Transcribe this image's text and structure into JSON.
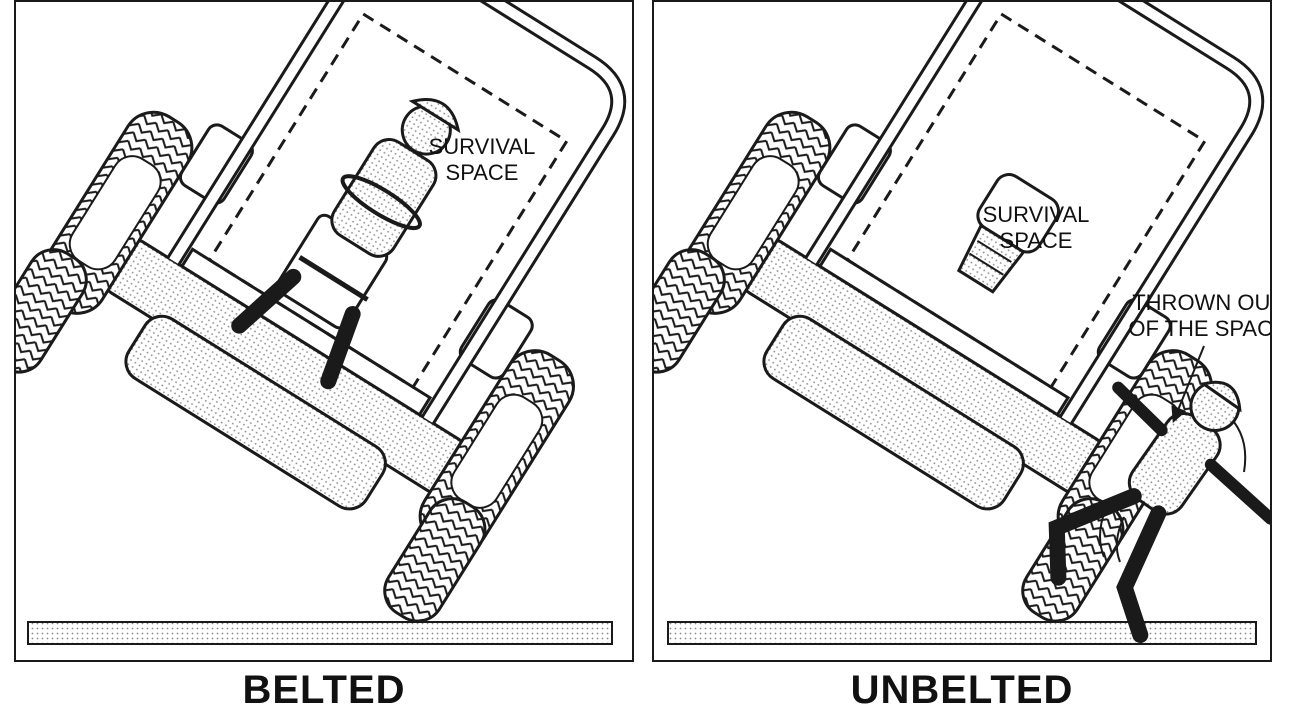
{
  "panels": {
    "left": {
      "caption": "BELTED",
      "zone_label_line1": "SURVIVAL",
      "zone_label_line2": "SPACE"
    },
    "right": {
      "caption": "UNBELTED",
      "zone_label_line1": "SURVIVAL",
      "zone_label_line2": "SPACE",
      "callout_line1": "THROWN OUT",
      "callout_line2": "OF THE SPACE"
    }
  },
  "colors": {
    "ink": "#1a1a1a",
    "paper": "#ffffff",
    "stipple": "#9a9a9a"
  }
}
